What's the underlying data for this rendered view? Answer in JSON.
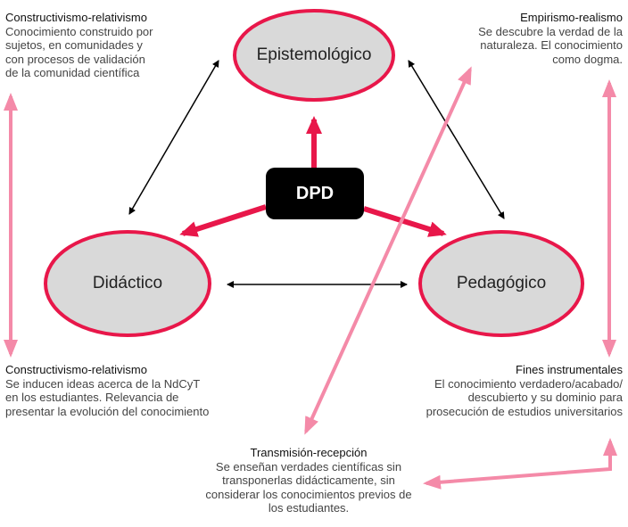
{
  "nodes": {
    "epistemologico": "Epistemológico",
    "didactico": "Didáctico",
    "pedagogico": "Pedagógico",
    "center": "DPD"
  },
  "blocks": {
    "top_left": {
      "title": "Constructivismo-relativismo",
      "lines": [
        "Conocimiento construido por",
        "sujetos, en comunidades y",
        "con procesos de validación",
        "de la comunidad científica"
      ]
    },
    "top_right": {
      "title": "Empirismo-realismo",
      "lines": [
        "Se descubre la verdad de la",
        "naturaleza. El conocimiento",
        "como dogma."
      ]
    },
    "bottom_left": {
      "title": "Constructivismo-relativismo",
      "lines": [
        "Se inducen ideas acerca de la NdCyT",
        "en los estudiantes. Relevancia de",
        "presentar la evolución del conocimiento"
      ]
    },
    "bottom_right": {
      "title": "Fines instrumentales",
      "lines": [
        "El conocimiento verdadero/acabado/",
        "descubierto y su dominio para",
        "prosecución de estudios universitarios"
      ]
    },
    "bottom_center": {
      "title": "Transmisión-recepción",
      "lines": [
        "Se enseñan verdades científicas sin",
        "transponerlas didácticamente, sin",
        "considerar los conocimientos previos de",
        "los estudiantes."
      ]
    }
  },
  "colors": {
    "red": "#e8174a",
    "pink": "#f48aa8",
    "ellipse_fill": "#d9d9d9",
    "black": "#000000"
  }
}
